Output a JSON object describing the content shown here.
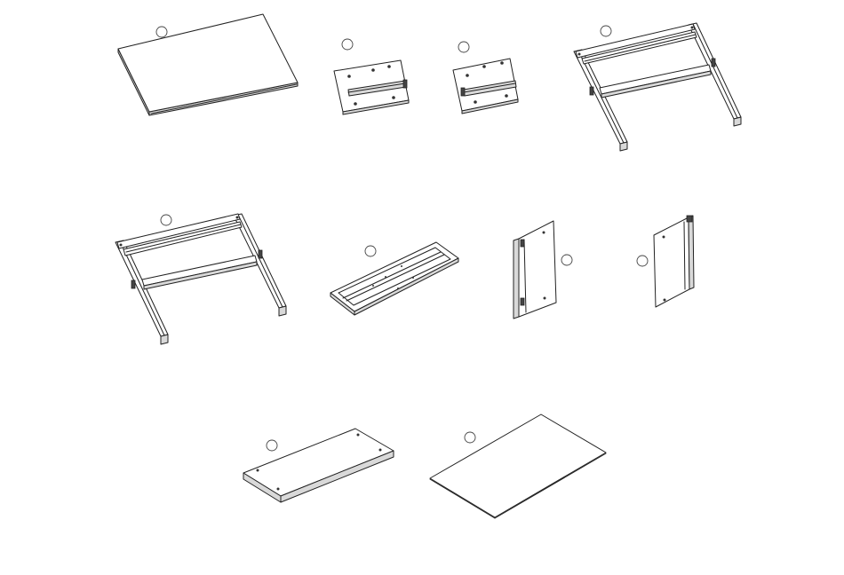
{
  "parts": [
    {
      "name": "tabletop-board",
      "callout_label": ""
    },
    {
      "name": "hinge-plate-left",
      "callout_label": ""
    },
    {
      "name": "hinge-plate-right",
      "callout_label": ""
    },
    {
      "name": "leg-frame-right",
      "callout_label": ""
    },
    {
      "name": "leg-frame-left",
      "callout_label": ""
    },
    {
      "name": "tray-frame",
      "callout_label": ""
    },
    {
      "name": "side-door-panel-left",
      "callout_label": ""
    },
    {
      "name": "side-door-panel-right",
      "callout_label": ""
    },
    {
      "name": "shelf-board",
      "callout_label": ""
    },
    {
      "name": "bottom-sheet",
      "callout_label": ""
    }
  ]
}
